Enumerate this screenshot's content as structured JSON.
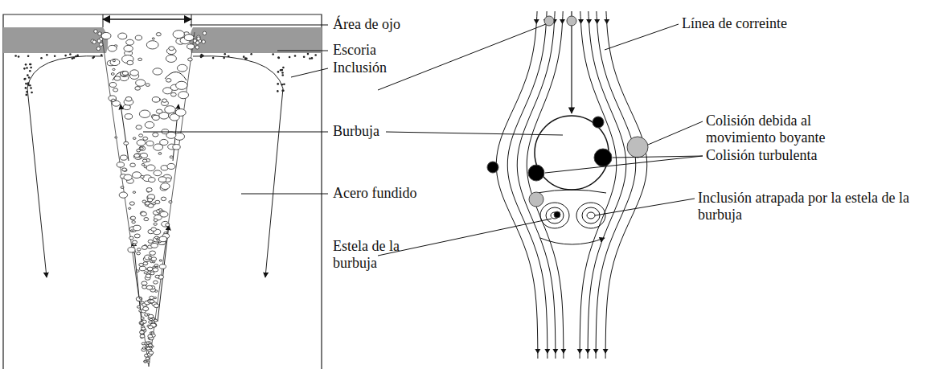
{
  "diagram": {
    "labels": [
      "Área de ojo",
      "Escoria",
      "Inclusión",
      "Burbuja",
      "Acero fundido",
      "Estela de la burbuja",
      "Línea de correinte",
      "Colisión debida al movimiento boyante",
      "Colisión turbulenta",
      "Inclusión atrapada por la estela de la burbuja"
    ]
  }
}
